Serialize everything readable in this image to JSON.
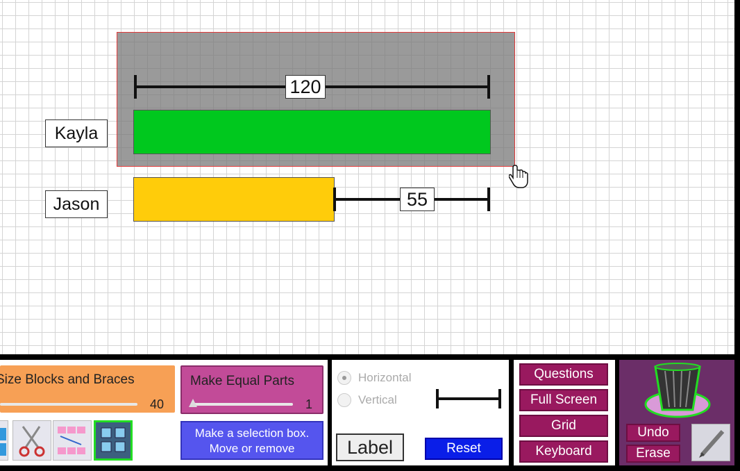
{
  "workspace": {
    "braces": [
      {
        "name": "kayla-total-brace",
        "value": "120"
      },
      {
        "name": "jason-difference-brace",
        "value": "55"
      }
    ],
    "rows": [
      {
        "label": "Kayla",
        "bar_color": "#00c81e"
      },
      {
        "label": "Jason",
        "bar_color": "#ffcc0a"
      }
    ],
    "selection_border_color": "#e23a3a"
  },
  "toolbar": {
    "resize_slider": {
      "title": "Size Blocks and Braces",
      "value": "40"
    },
    "equal_parts_slider": {
      "title": "Make Equal Parts",
      "value": "1"
    },
    "selection_button": {
      "line1": "Make a selection box.",
      "line2": "Move or remove"
    },
    "orientation": {
      "horizontal_label": "Horizontal",
      "vertical_label": "Vertical",
      "selected": "Horizontal"
    },
    "label_button": "Label",
    "reset_button": "Reset",
    "menu": [
      "Questions",
      "Full Screen",
      "Grid",
      "Keyboard"
    ],
    "undo_button": "Undo",
    "erase_button": "Erase",
    "icons": [
      "block-tool-icon",
      "scissors-icon",
      "move-blocks-icon",
      "selection-box-icon",
      "trash-can-icon",
      "pencil-icon",
      "brace-icon",
      "hand-cursor-icon"
    ]
  },
  "colors": {
    "accent_menu": "#99195f",
    "reset_blue": "#0a1ee8",
    "resize_orange": "#f7a055",
    "equal_parts_magenta": "#c24b98",
    "select_blue": "#5555ee"
  }
}
